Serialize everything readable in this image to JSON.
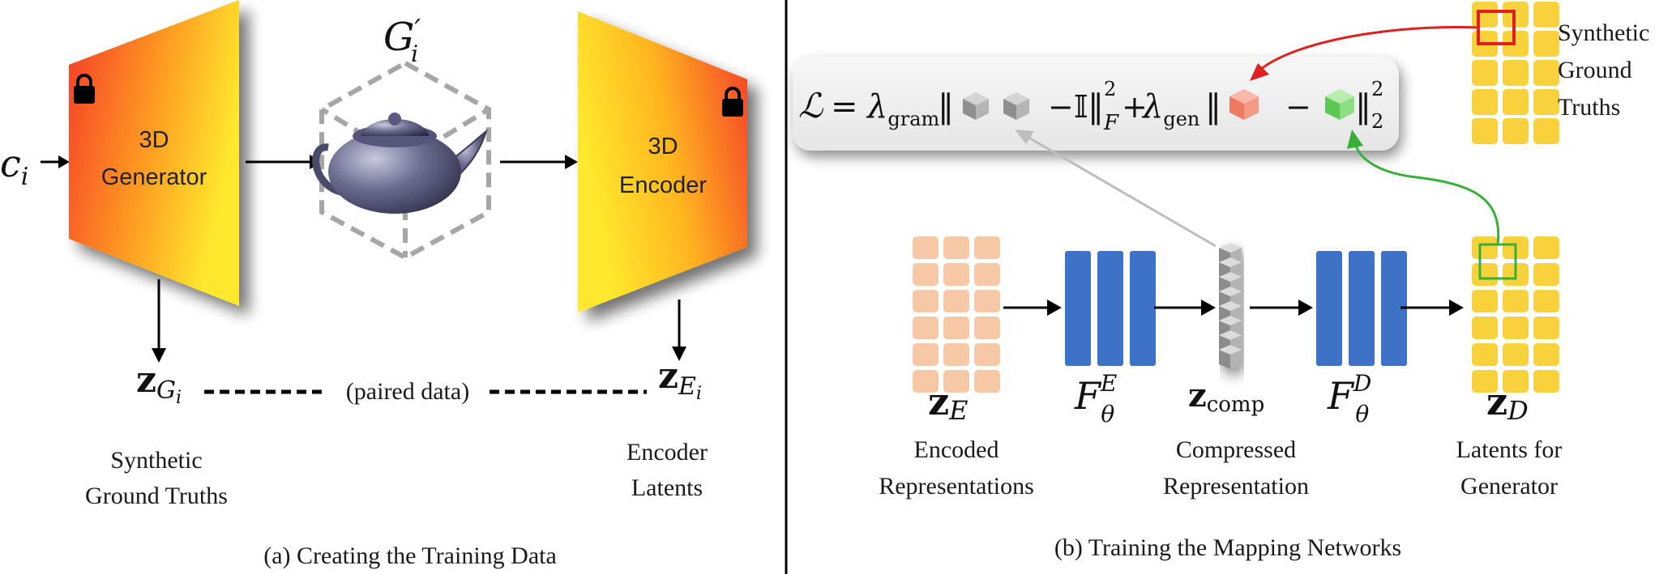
{
  "panel_a": {
    "caption": "(a) Creating the Training Data",
    "condition_label": "c",
    "condition_sub": "i",
    "generator_label_line1": "3D",
    "generator_label_line2": "Generator",
    "encoder_label_line1": "3D",
    "encoder_label_line2": "Encoder",
    "gaussian_label": "G",
    "gaussian_sub": "i",
    "gaussian_prime": "′",
    "z_gen_main": "z",
    "z_gen_sub": "G",
    "z_gen_subsub": "i",
    "z_enc_main": "z",
    "z_enc_sub": "E",
    "z_enc_subsub": "i",
    "paired_label": "(paired data)",
    "synthetic_line1": "Synthetic",
    "synthetic_line2": "Ground Truths",
    "encoder_latents_line1": "Encoder",
    "encoder_latents_line2": "Latents"
  },
  "panel_b": {
    "caption": "(b) Training the Mapping Networks",
    "loss": {
      "L": "ℒ",
      "eq": "=",
      "lambda": "λ",
      "gram_sub": "gram",
      "norm_open_1": "‖",
      "minus_identity": "−𝕀",
      "norm_close_1": "‖",
      "frob_sub": "F",
      "sq_1": "2",
      "plus": "+",
      "gen_sub": "gen",
      "norm_open_2": "‖",
      "minus": "−",
      "norm_close_2": "‖",
      "two_sub": "2",
      "sq_2": "2"
    },
    "synthetic_line1": "Synthetic",
    "synthetic_line2": "Ground",
    "synthetic_line3": "Truths",
    "z_e_main": "z",
    "z_e_sub": "E",
    "f_e_main": "F",
    "f_e_sub": "θ",
    "f_e_sup": "E",
    "z_comp_main": "z",
    "z_comp_sub": "comp",
    "f_d_main": "F",
    "f_d_sub": "θ",
    "f_d_sup": "D",
    "z_d_main": "z",
    "z_d_sub": "D",
    "encoded_line1": "Encoded",
    "encoded_line2": "Representations",
    "compressed_line1": "Compressed",
    "compressed_line2": "Representation",
    "latents_line1": "Latents for",
    "latents_line2": "Generator"
  },
  "colors": {
    "generator_top": "#f53a2a",
    "generator_bottom": "#ffe82e",
    "encoded_cell": "#f6c8a6",
    "mlp_block": "#3e72c7",
    "latent_cell": "#f7d23d",
    "highlight_red": "#e02020",
    "highlight_green": "#38b038",
    "connector_gray": "#bdbdbd"
  },
  "icons": [
    "lock-icon",
    "teapot-icon",
    "cube-icon",
    "arrow-icon"
  ]
}
